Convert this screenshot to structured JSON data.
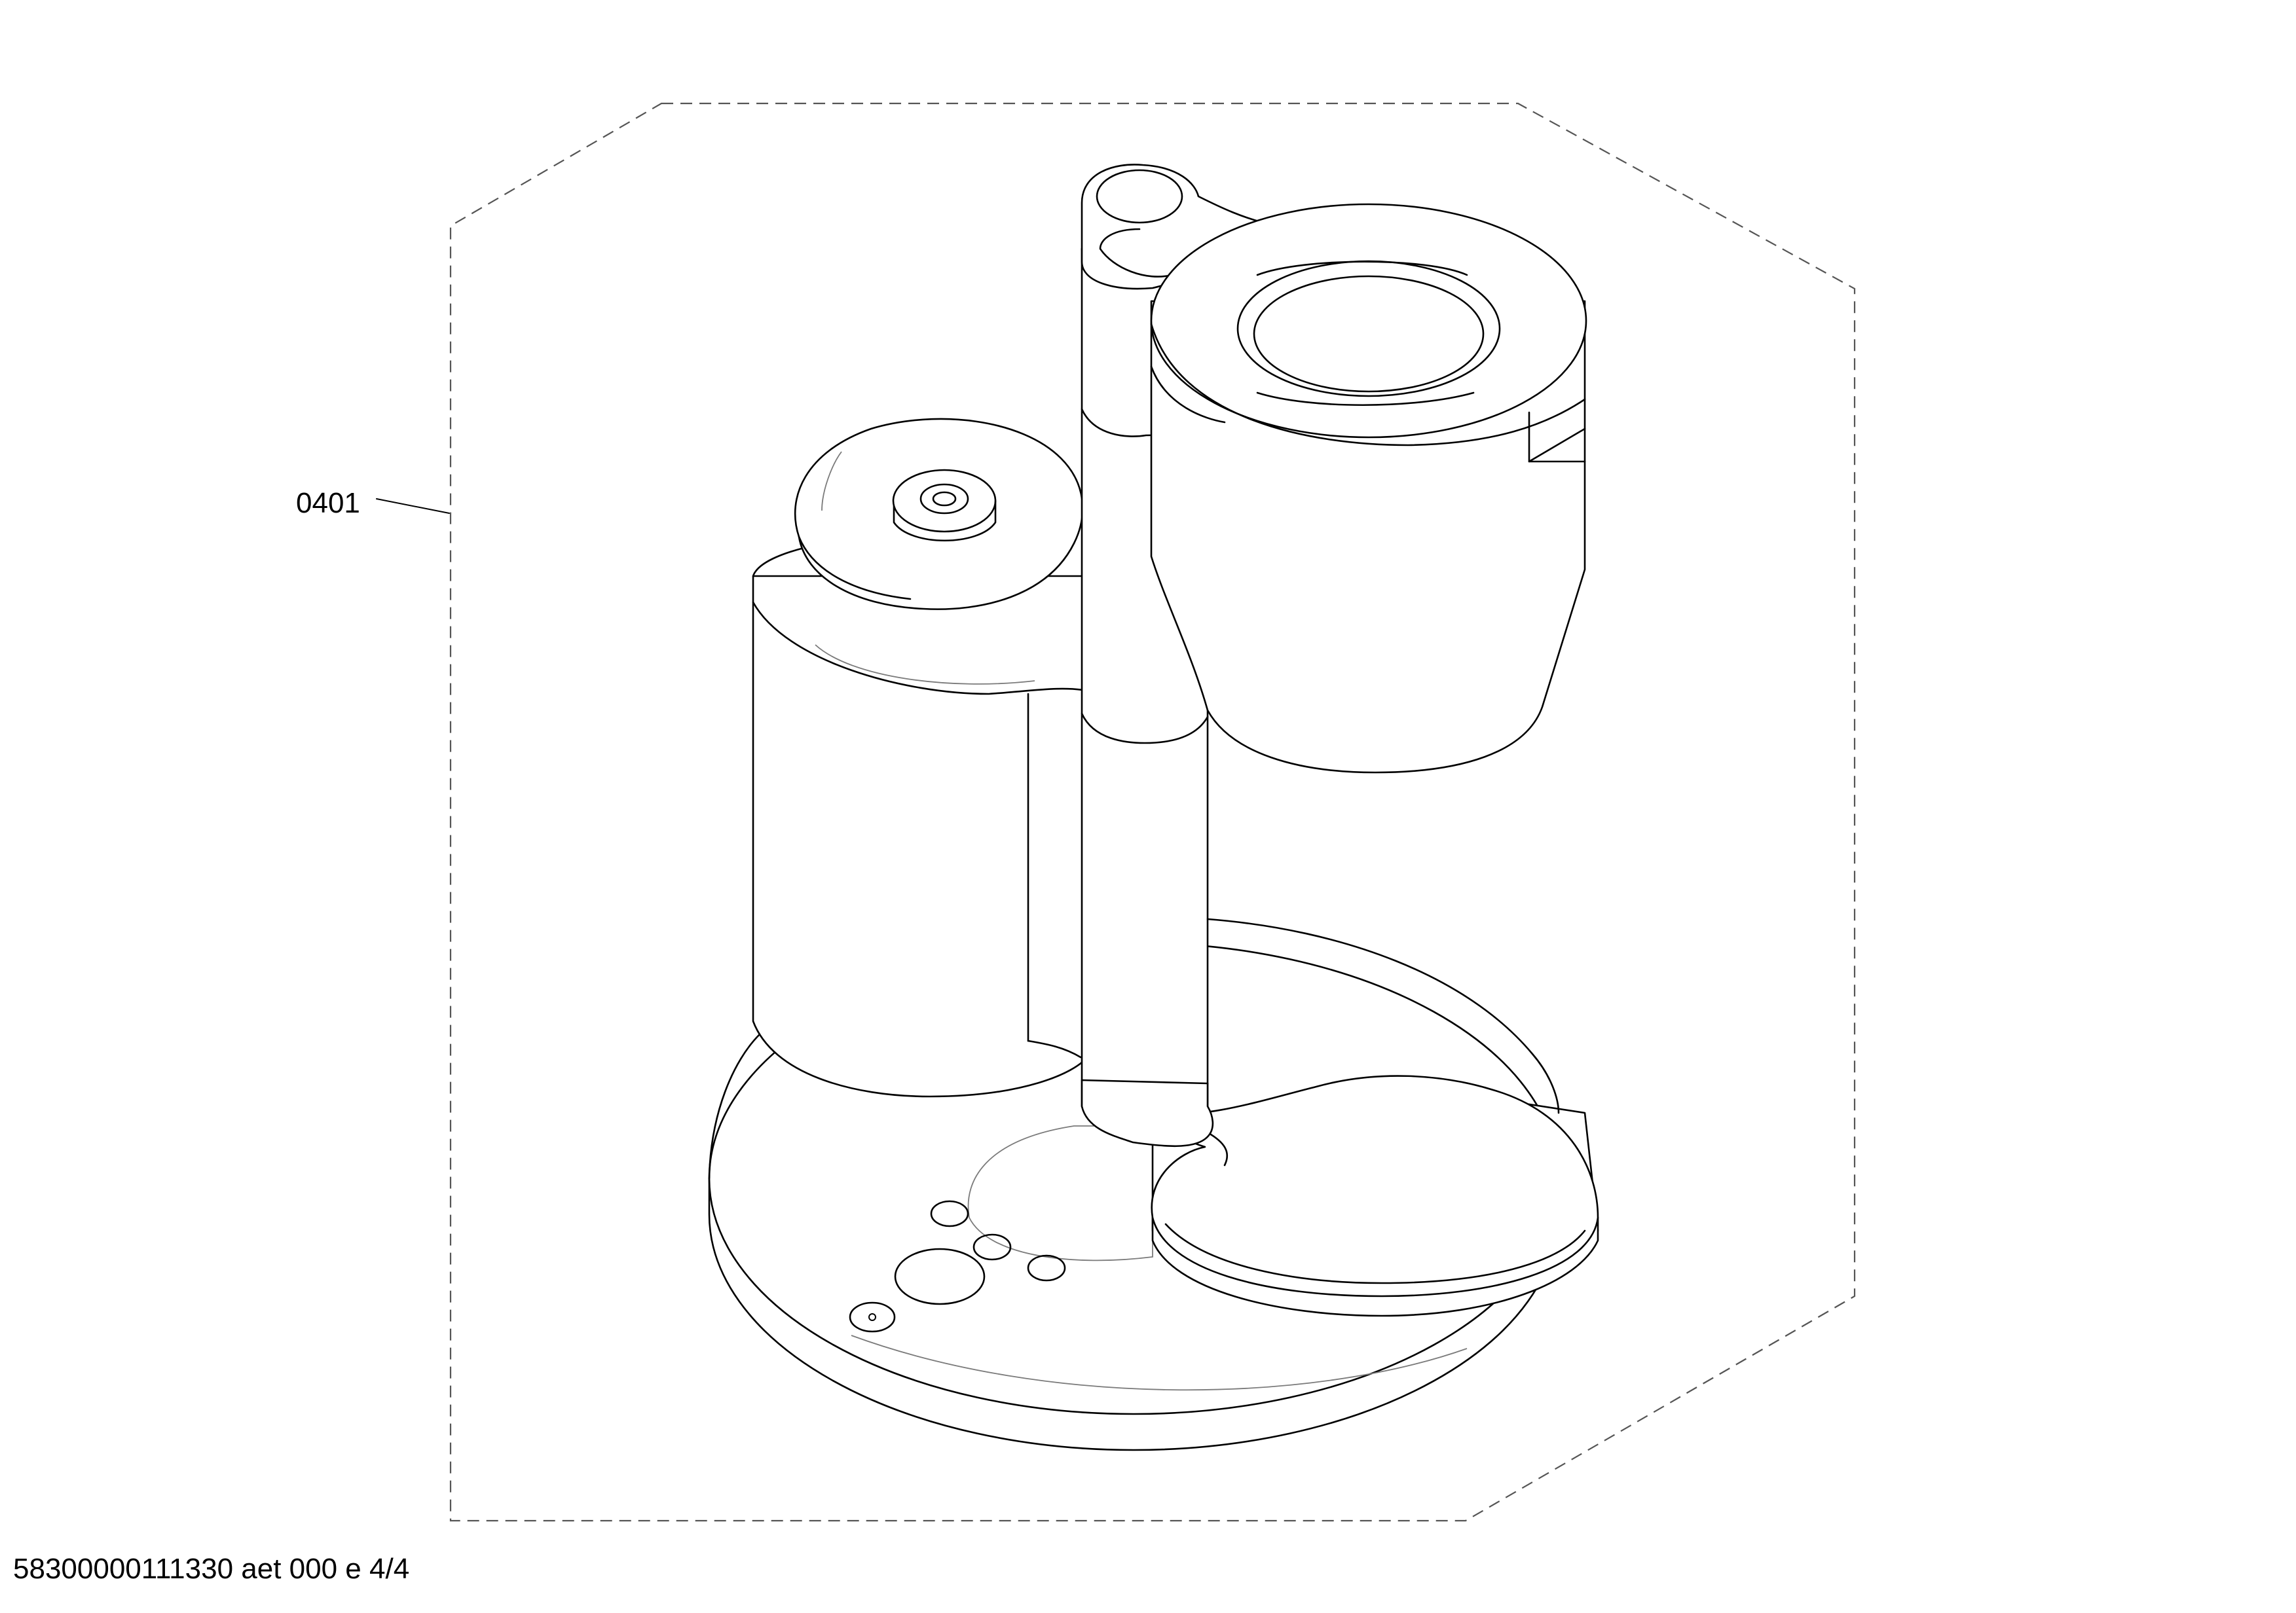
{
  "callouts": [
    {
      "id": "0401",
      "label": "0401"
    }
  ],
  "footer": {
    "document_code": "58300000111330 aet 000 e 4/4"
  },
  "colors": {
    "line": "#000000",
    "boundary_dash": "#555555",
    "background": "#ffffff"
  }
}
